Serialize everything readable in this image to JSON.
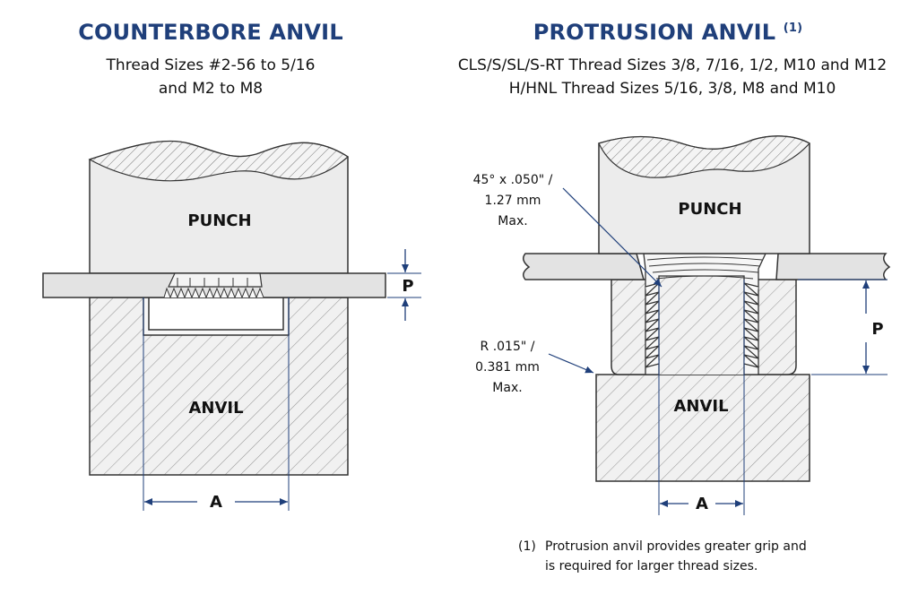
{
  "left": {
    "title": "COUNTERBORE ANVIL",
    "subtitle_line1": "Thread Sizes #2-56 to 5/16",
    "subtitle_line2": "and M2 to M8",
    "punch_label": "PUNCH",
    "anvil_label": "ANVIL",
    "dim_a": "A",
    "dim_p": "P"
  },
  "right": {
    "title": "PROTRUSION ANVIL",
    "title_sup": "(1)",
    "subtitle_line1": "CLS/S/SL/S-RT Thread Sizes 3/8, 7/16, 1/2, M10 and M12",
    "subtitle_line2": "H/HNL Thread Sizes 5/16, 3/8, M8 and M10",
    "punch_label": "PUNCH",
    "anvil_label": "ANVIL",
    "dim_a": "A",
    "dim_p": "P",
    "chamfer_line1": "45° x .050\" /",
    "chamfer_line2": "1.27 mm",
    "chamfer_line3": "Max.",
    "radius_line1": "R .015\" /",
    "radius_line2": "0.381 mm",
    "radius_line3": "Max."
  },
  "footnote": {
    "marker": "(1)",
    "line1": "Protrusion anvil provides greater grip and",
    "line2": "is required for larger thread sizes."
  },
  "colors": {
    "title_blue": "#1f3f7a",
    "dim_blue": "#1f3f7a",
    "part_fill": "#ececec",
    "hatch": "#9a9a9a",
    "outline": "#333333"
  }
}
